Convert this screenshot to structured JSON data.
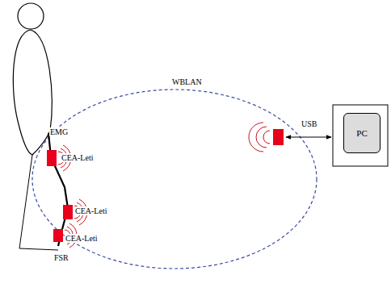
{
  "diagram": {
    "nodes": [
      {
        "text": [
          "CEA-Leti"
        ]
      },
      {
        "text": [
          "CEA-Leti"
        ]
      },
      {
        "text": [
          "CEA-Leti"
        ]
      },
      {
        "text": [
          "PC"
        ]
      }
    ],
    "labels": [
      "EMG",
      "FSR",
      "WBLAN",
      "USB"
    ]
  }
}
